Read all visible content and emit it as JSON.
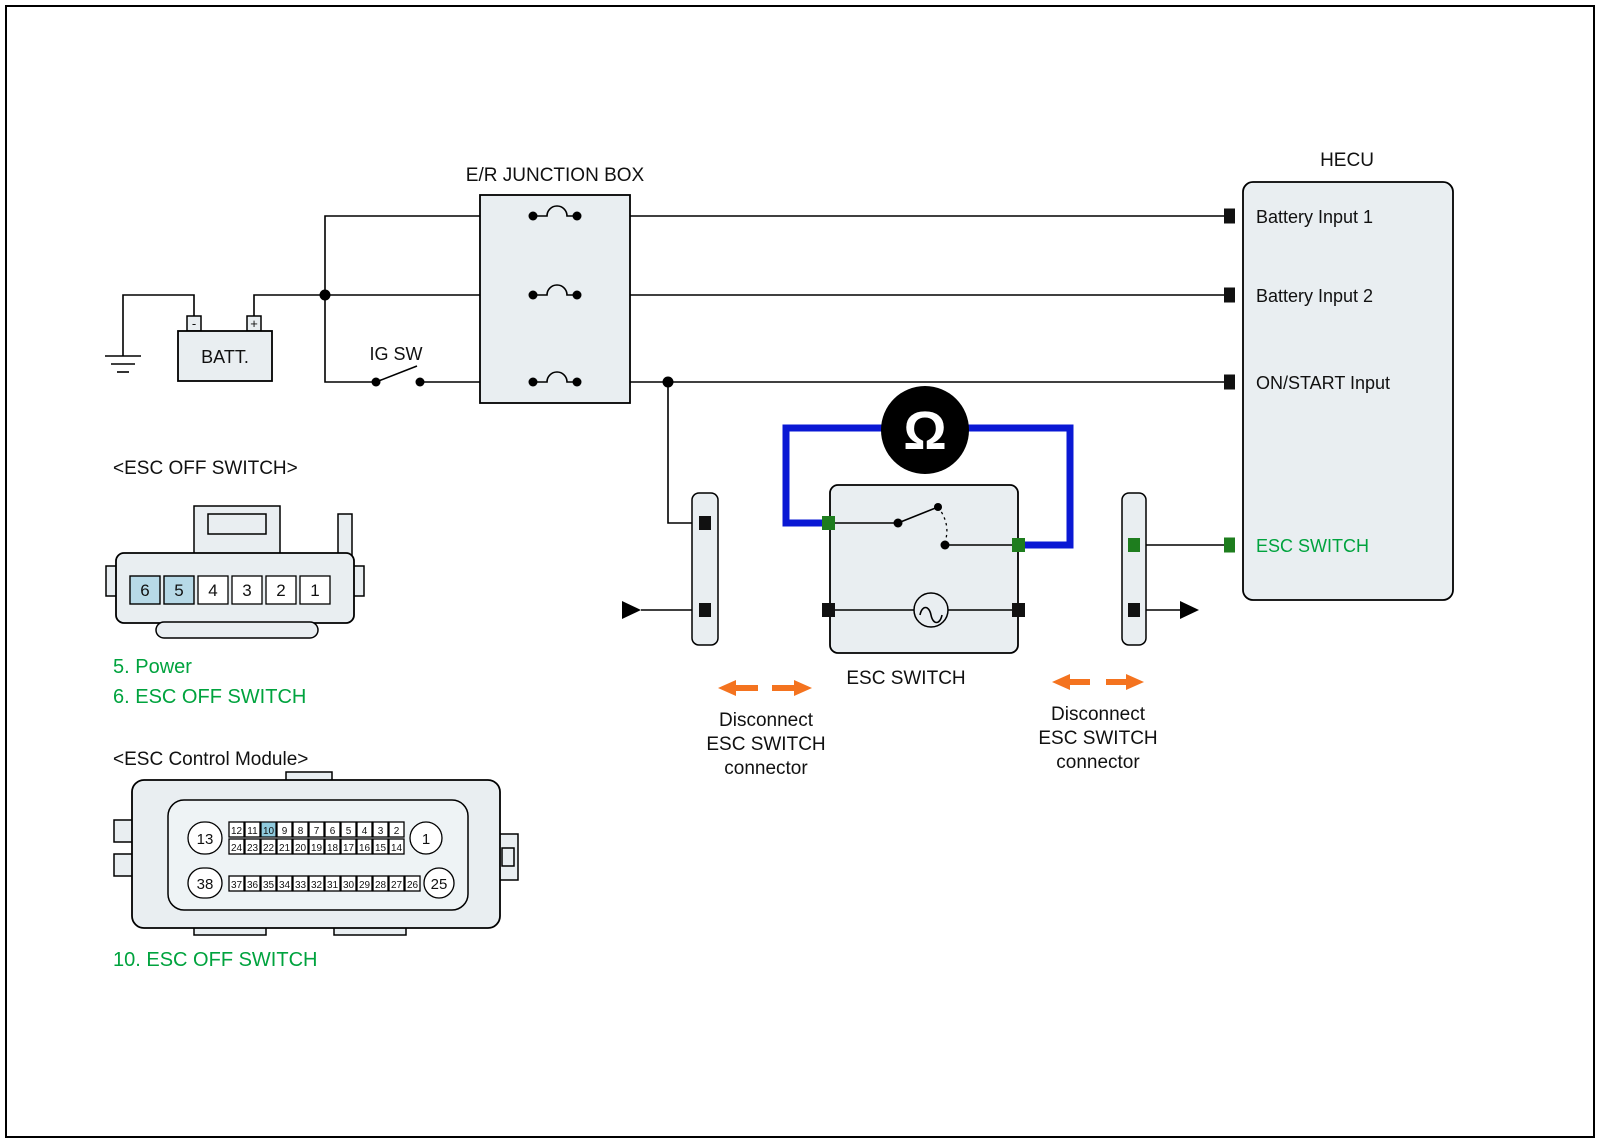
{
  "colors": {
    "box_fill": "#e9eef1",
    "green_text": "#00a33e",
    "pin_green": "#1e7d1e",
    "wire_blue": "#0a18d4",
    "arrow_orange": "#f4731f",
    "pin_highlight": "#b7d9e7"
  },
  "titles": {
    "junction_box": "E/R JUNCTION BOX",
    "hecu": "HECU",
    "battery": "BATT.",
    "ig_switch": "IG SW",
    "esc_switch": "ESC SWITCH"
  },
  "hecu_pins": [
    "Battery Input 1",
    "Battery Input 2",
    "ON/START Input",
    "ESC SWITCH"
  ],
  "battery": {
    "minus": "-",
    "plus": "+"
  },
  "meter": {
    "symbol": "Ω"
  },
  "disconnect": {
    "line1": "Disconnect",
    "line2": "ESC SWITCH",
    "line3": "connector"
  },
  "sections": {
    "esc_off_switch": "<ESC OFF SWITCH>",
    "esc_control_module": "<ESC Control Module>"
  },
  "esc_off_switch": {
    "pins": [
      "6",
      "5",
      "4",
      "3",
      "2",
      "1"
    ],
    "note_power": "5. Power",
    "note_switch": "6. ESC OFF SWITCH"
  },
  "ecm": {
    "big": {
      "p13": "13",
      "p1": "1",
      "p38": "38",
      "p25": "25"
    },
    "top": [
      "12",
      "11",
      "10",
      "9",
      "8",
      "7",
      "6",
      "5",
      "4",
      "3",
      "2"
    ],
    "mid": [
      "24",
      "23",
      "22",
      "21",
      "20",
      "19",
      "18",
      "17",
      "16",
      "15",
      "14"
    ],
    "bottom": [
      "37",
      "36",
      "35",
      "34",
      "33",
      "32",
      "31",
      "30",
      "29",
      "28",
      "27",
      "26"
    ],
    "note": "10. ESC OFF SWITCH"
  }
}
